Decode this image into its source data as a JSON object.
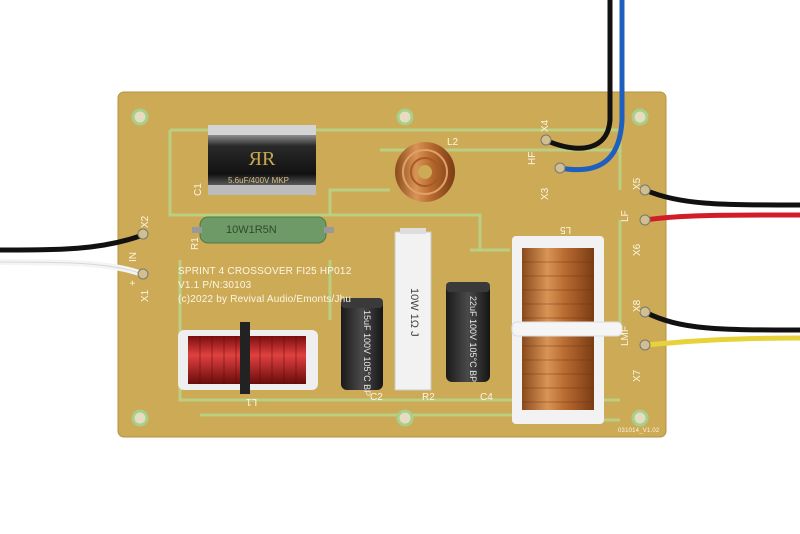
{
  "board": {
    "title_line": "SPRINT 4 CROSSOVER FI25 HP012",
    "version_line": "V1.1 P/N:30103",
    "copyright_line": "(c)2022 by Revival Audio/Emonts/Jhu",
    "small_code": "031014_V1.02"
  },
  "designators": {
    "c1": "C1",
    "c2": "C2",
    "c4": "C4",
    "r1": "R1",
    "r2": "R2",
    "l1": "L1",
    "l2": "L2",
    "l5": "L5"
  },
  "terminals": {
    "in": "IN",
    "x1": "X1",
    "x2": "X2",
    "hf": "HF",
    "x3": "X3",
    "x4": "X4",
    "lf": "LF",
    "x5": "X5",
    "x6": "X6",
    "lmf": "LMF",
    "x7": "X7",
    "x8": "X8",
    "plus": "+",
    "minus": "–"
  },
  "components": {
    "c1_print": "5.6uF/400V MKP",
    "r1_print": "10W1R5N",
    "r2_print": "10W 1Ω J",
    "c2_print": "15uF 100V 105°C BP",
    "c4_print": "22uF 100V 105°C BP"
  },
  "colors": {
    "pcb": "#cdaa55",
    "trace": "#b8d88a",
    "copper": "#c8763a",
    "red_coil": "#c02020",
    "wire_blue": "#1f5fbf",
    "wire_red": "#d21c2a",
    "wire_yellow": "#e8d23a"
  }
}
